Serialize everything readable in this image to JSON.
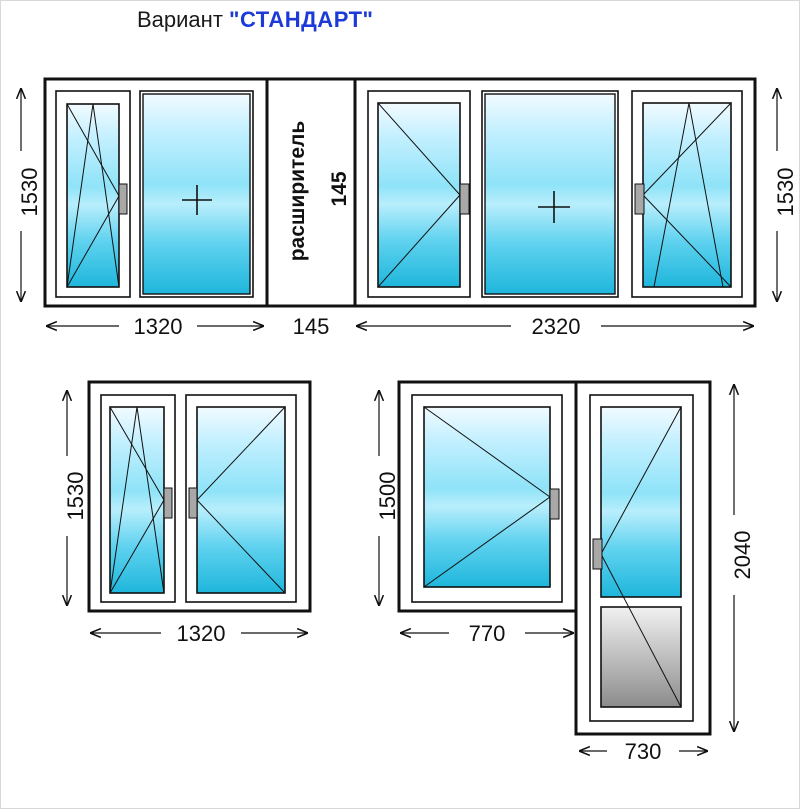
{
  "title": {
    "prefix": "Вариант",
    "emphasis": "\"СТАНДАРТ\""
  },
  "colors": {
    "frame": "#111111",
    "glass_top": "#f2fbff",
    "glass_mid": "#8fe3f8",
    "glass_bottom": "#1fb6dc",
    "panel_top": "#f1f1f1",
    "panel_bottom": "#8c8c8c",
    "handle": "#a8a8a8",
    "text": "#111111",
    "title_accent": "#1c3ad8"
  },
  "top_row": {
    "left_window": {
      "height": "1530",
      "width": "1320"
    },
    "expander": {
      "label": "расширитель",
      "value": "145",
      "width": "145"
    },
    "right_window": {
      "height": "1530",
      "width": "2320"
    }
  },
  "bottom_left": {
    "height": "1530",
    "width": "1320"
  },
  "balcony_block": {
    "window_height": "1500",
    "window_width": "770",
    "door_height": "2040",
    "door_width": "730"
  }
}
